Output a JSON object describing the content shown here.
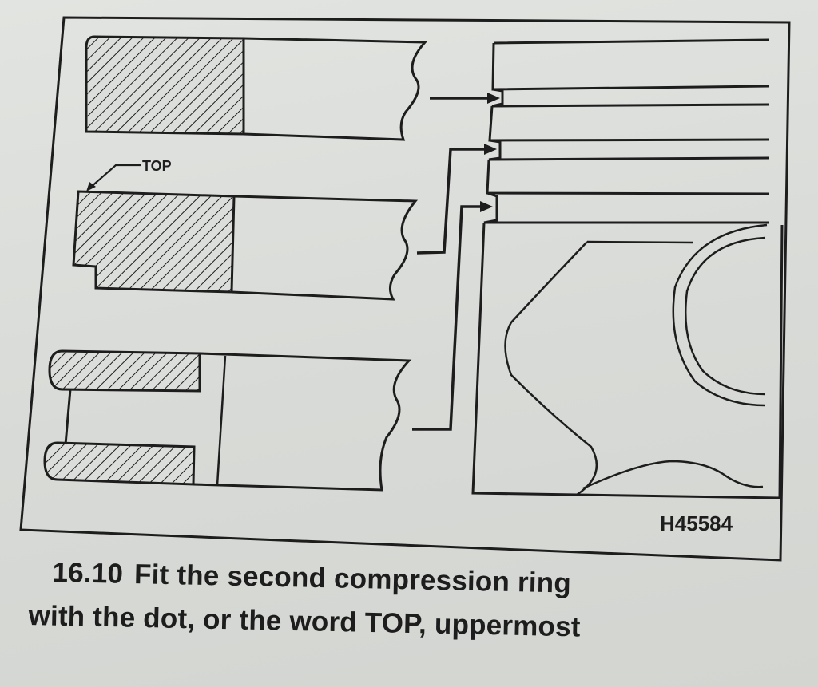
{
  "figure": {
    "top_label": "TOP",
    "reference_code": "H45584"
  },
  "caption": {
    "number": "16.10",
    "line1": "Fit the second compression ring",
    "line2": "with the dot, or the word TOP, uppermost"
  },
  "colors": {
    "paper": "#dcdedb",
    "ink": "#1d1d1d"
  }
}
